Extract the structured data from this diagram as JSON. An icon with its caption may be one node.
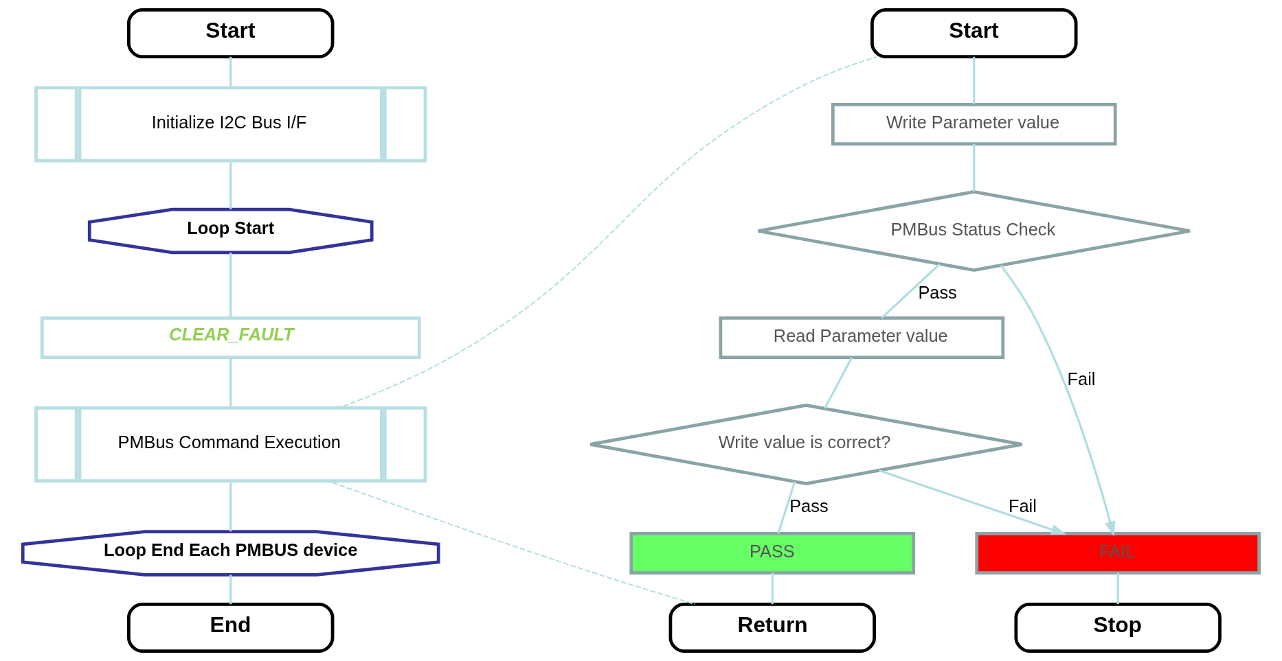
{
  "diagram": {
    "nodes": [
      {
        "text": [
          "Start"
        ]
      },
      {
        "text": [
          "Initialize I2C Bus I/F"
        ]
      },
      {
        "text": [
          "Loop Start"
        ]
      },
      {
        "text": [
          "CLEAR_FAULT"
        ]
      },
      {
        "text": [
          "PMBus Command Execution"
        ]
      },
      {
        "text": [
          "Loop End Each PMBUS device"
        ]
      },
      {
        "text": [
          "End"
        ]
      },
      {
        "text": [
          "Start"
        ]
      },
      {
        "text": [
          "Write Parameter value"
        ]
      },
      {
        "text": [
          "PMBus Status Check"
        ]
      },
      {
        "text": [
          "Read Parameter value"
        ]
      },
      {
        "text": [
          "Write value is correct?"
        ]
      },
      {
        "text": [
          "PASS"
        ]
      },
      {
        "text": [
          "FAIL"
        ]
      },
      {
        "text": [
          "Return"
        ]
      },
      {
        "text": [
          "Stop"
        ]
      }
    ],
    "edges": [
      {
        "from": 0,
        "to": 1,
        "arrow": "none"
      },
      {
        "from": 1,
        "to": 2,
        "arrow": "none"
      },
      {
        "from": 2,
        "to": 3,
        "arrow": "none"
      },
      {
        "from": 3,
        "to": 4,
        "arrow": "none"
      },
      {
        "from": 4,
        "to": 5,
        "arrow": "none"
      },
      {
        "from": 5,
        "to": 6,
        "arrow": "none"
      },
      {
        "from": 7,
        "to": 8,
        "arrow": "none"
      },
      {
        "from": 8,
        "to": 9,
        "arrow": "none"
      },
      {
        "from": 9,
        "to": 10,
        "arrow": "none",
        "label": "Pass"
      },
      {
        "from": 10,
        "to": 11,
        "arrow": "none"
      },
      {
        "from": 11,
        "to": 12,
        "arrow": "none",
        "label": "Pass"
      },
      {
        "from": 12,
        "to": 14,
        "arrow": "none"
      },
      {
        "from": 9,
        "to": 13,
        "arrow": "to",
        "label": "Fail"
      },
      {
        "from": 11,
        "to": 13,
        "arrow": "to",
        "label": "Fail"
      },
      {
        "from": 13,
        "to": 15,
        "arrow": "none"
      },
      {
        "from": 4,
        "to": 7,
        "arrow": "none",
        "style": "dashed"
      },
      {
        "from": 4,
        "to": 14,
        "arrow": "none",
        "style": "dashed"
      }
    ]
  }
}
